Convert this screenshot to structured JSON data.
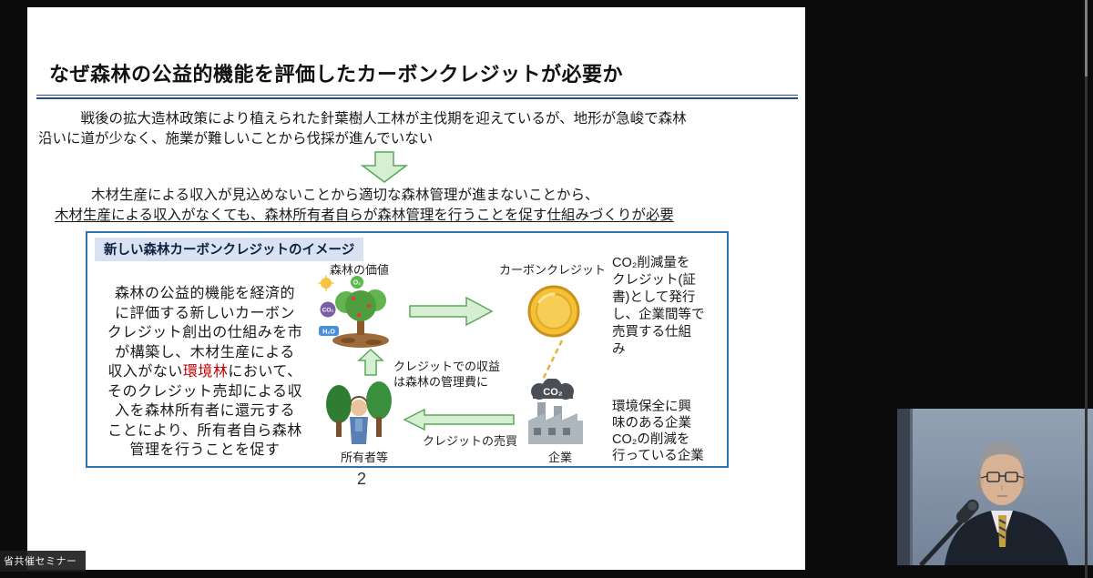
{
  "colors": {
    "title-rule": "#2b4a8b",
    "box-border": "#2e74b5",
    "badge-bg": "#d9e2f3",
    "highlight-red": "#c00000",
    "arrow-green": "#5aa85a",
    "arrow-fill": "#d6eed2"
  },
  "meeting": {
    "name_label": "省共催セミナー"
  },
  "slide": {
    "title": "なぜ森林の公益的機能を評価したカーボンクレジットが必要か",
    "para1": "戦後の拡大造林政策により植えられた針葉樹人工林が主伐期を迎えているが、地形が急峻で森林\n沿いに道が少なく、施業が難しいことから伐採が進んでいない",
    "para2_line1": "木材生産による収入が見込めないことから適切な森林管理が進まないことから、",
    "para2_line2": "木材生産による収入がなくても、森林所有者自らが森林管理を行うことを促す仕組みづくりが必要",
    "page_number": "2",
    "diagram": {
      "header": "新しい森林カーボンクレジットのイメージ",
      "description_before": "森林の公益的機能を経済的\nに評価する新しいカーボン\nクレジット創出の仕組みを市\nが構築し、木材生産による\n収入がない",
      "description_highlight": "環境林",
      "description_after": "において、\nそのクレジット売却による収\n入を森林所有者に還元する\nことにより、所有者自ら森林\n管理を行うことを促す",
      "forest_value_label": "森林の価値",
      "carbon_credit_label": "カーボンクレジット",
      "right_top_text": "CO₂削減量を\nクレジット(証\n書)として発行\nし、企業間等で\n売買する仕組\nみ",
      "credit_revenue_text": "クレジットでの収益\nは森林の管理費に",
      "owner_label": "所有者等",
      "company_label": "企業",
      "credit_trade_label": "クレジットの売買",
      "right_bottom_text": "環境保全に興\n味のある企業\nCO₂の削減を\n行っている企業",
      "o2_label": "O₂",
      "co2_bubble_label": "CO₂",
      "h2o_label": "H₂O",
      "co2_cloud_label": "CO₂"
    }
  }
}
